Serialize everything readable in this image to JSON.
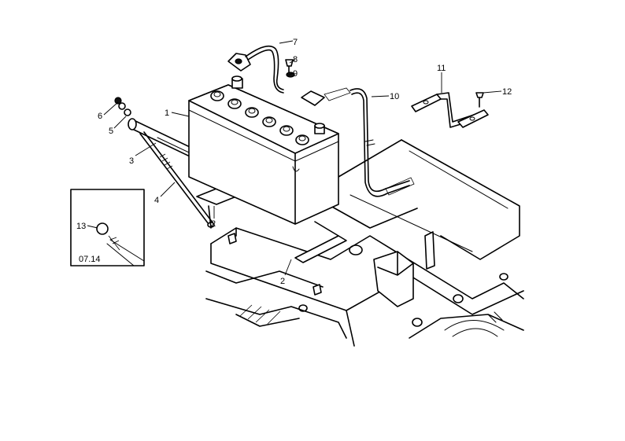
{
  "callouts": [
    {
      "id": "c1",
      "text": "1"
    },
    {
      "id": "c2a",
      "text": "2"
    },
    {
      "id": "c2b",
      "text": "2"
    },
    {
      "id": "c3",
      "text": "3"
    },
    {
      "id": "c4",
      "text": "4"
    },
    {
      "id": "c5",
      "text": "5"
    },
    {
      "id": "c6",
      "text": "6"
    },
    {
      "id": "c7",
      "text": "7"
    },
    {
      "id": "c8",
      "text": "8"
    },
    {
      "id": "c9",
      "text": "9"
    },
    {
      "id": "c10",
      "text": "10"
    },
    {
      "id": "c11",
      "text": "11"
    },
    {
      "id": "c12",
      "text": "12"
    },
    {
      "id": "c13",
      "text": "13"
    }
  ],
  "inset": {
    "code": "07.14"
  }
}
